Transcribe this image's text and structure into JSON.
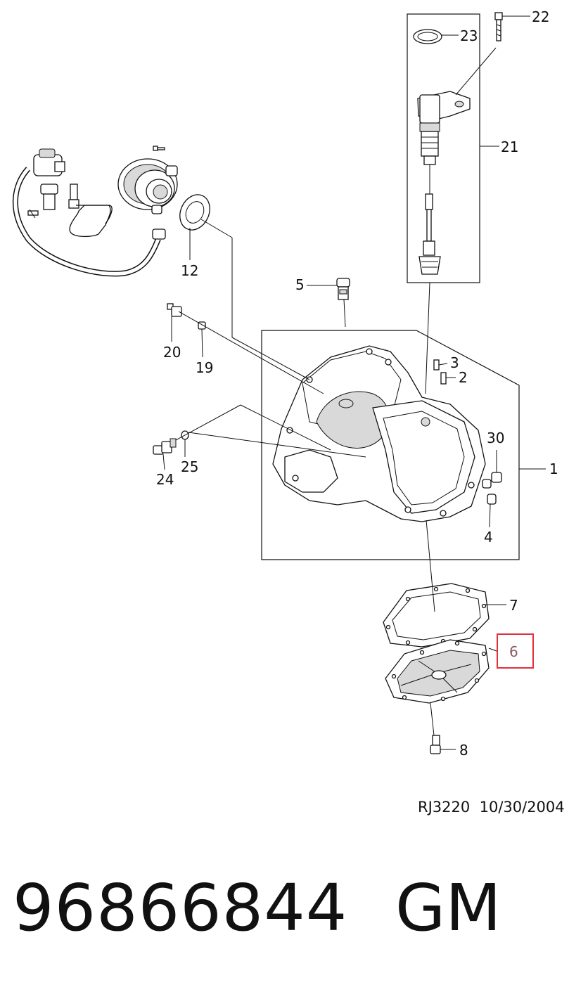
{
  "diagram": {
    "callouts": {
      "c1": "1",
      "c2": "2",
      "c3": "3",
      "c4": "4",
      "c5": "5",
      "c6": "6",
      "c7": "7",
      "c8": "8",
      "c12": "12",
      "c19": "19",
      "c20": "20",
      "c21": "21",
      "c22": "22",
      "c23": "23",
      "c24": "24",
      "c25": "25",
      "c30": "30"
    },
    "highlighted_callout": "6",
    "highlight_color": "#e0303a"
  },
  "footer": {
    "ref_code": "RJ3220",
    "date": "10/30/2004",
    "part_number": "96866844",
    "brand": "GM"
  }
}
